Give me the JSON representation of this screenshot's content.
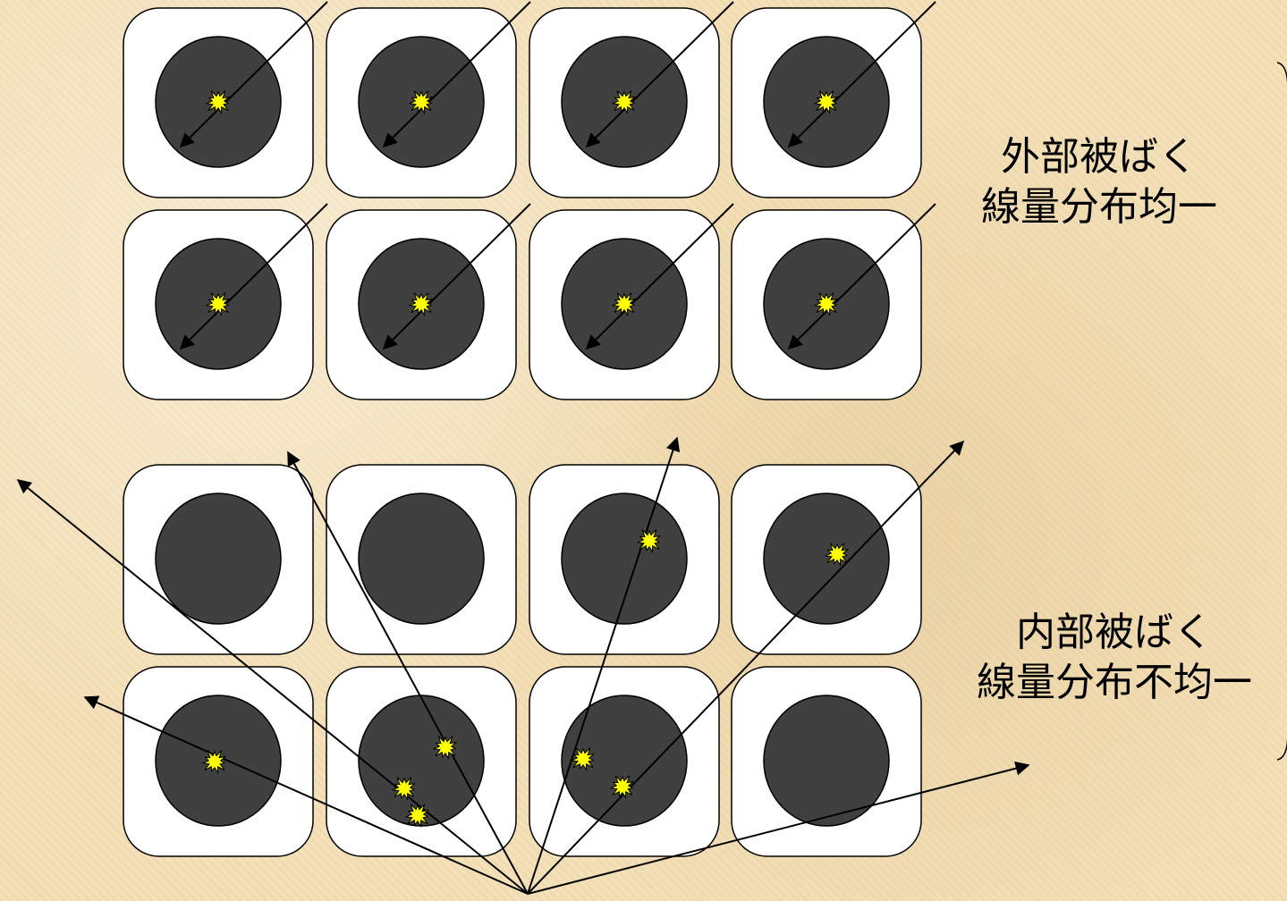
{
  "external": {
    "line1": "外部被ばく",
    "line2": "線量分布均一"
  },
  "internal": {
    "line1": "内部被ばく",
    "line2": "線量分布不均一"
  },
  "colors": {
    "background": "#f3dfb6",
    "cell_fill": "#ffffff",
    "nucleus_fill": "#404040",
    "hit_fill": "#ffff00",
    "line": "#000000"
  },
  "icons": {
    "hit": "starburst-icon",
    "ray": "arrow-icon"
  }
}
